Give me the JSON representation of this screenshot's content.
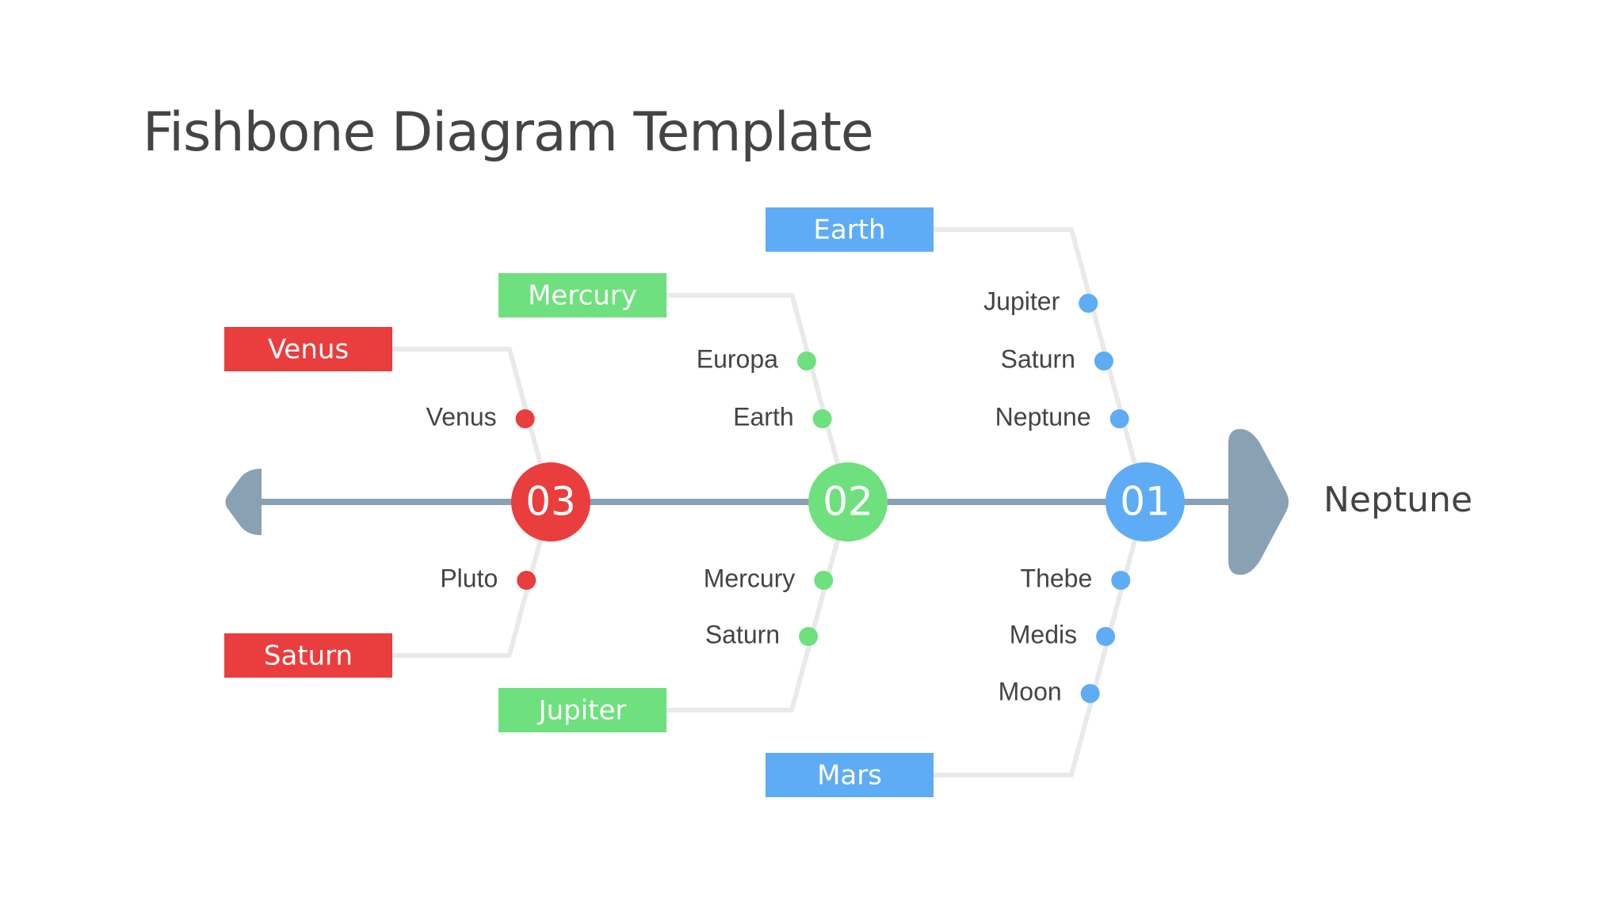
{
  "title": "Fishbone Diagram Template",
  "head_label": "Neptune",
  "colors": {
    "red": "#ea3d3d",
    "green": "#6ee07d",
    "blue": "#5eacf5",
    "spine": "#8aa0b3",
    "bone": "#e9e9e9",
    "text": "#444444"
  },
  "groups": [
    {
      "number": "03",
      "color": "#ea3d3d",
      "top_category": "Venus",
      "bottom_category": "Saturn",
      "top_items": [
        "Venus"
      ],
      "bottom_items": [
        "Pluto"
      ]
    },
    {
      "number": "02",
      "color": "#6ee07d",
      "top_category": "Mercury",
      "bottom_category": "Jupiter",
      "top_items": [
        "Europa",
        "Earth"
      ],
      "bottom_items": [
        "Mercury",
        "Saturn"
      ]
    },
    {
      "number": "01",
      "color": "#5eacf5",
      "top_category": "Earth",
      "bottom_category": "Mars",
      "top_items": [
        "Jupiter",
        "Saturn",
        "Neptune"
      ],
      "bottom_items": [
        "Thebe",
        "Medis",
        "Moon"
      ]
    }
  ]
}
